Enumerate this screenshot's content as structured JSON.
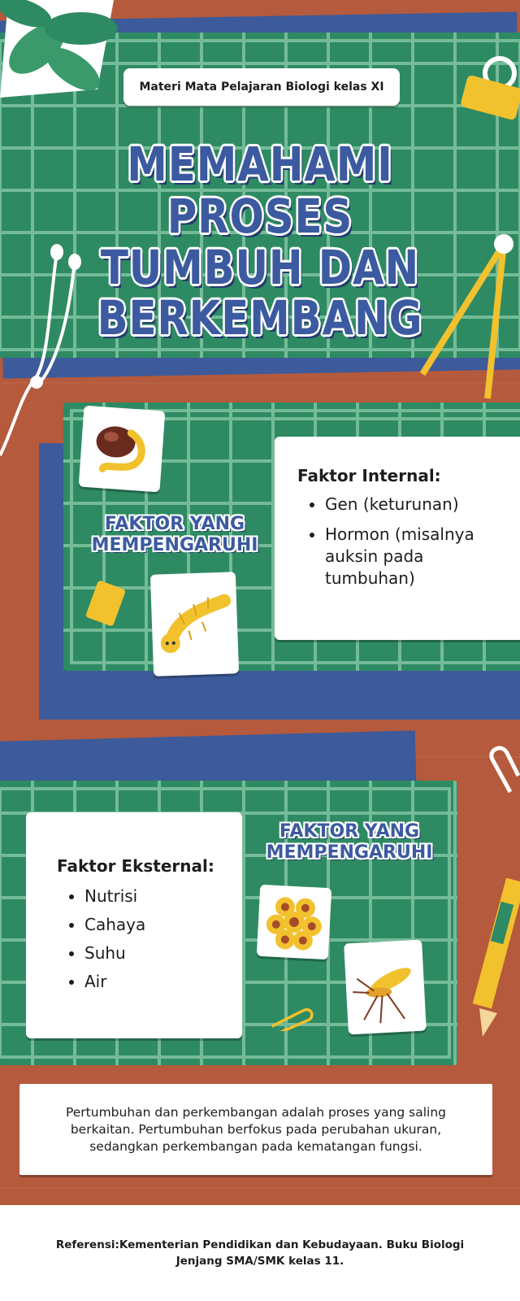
{
  "header": {
    "subject_label": "Materi Mata Pelajaran Biologi kelas XI",
    "title_line1": "MEMAHAMI PROSES",
    "title_line2": "TUMBUH DAN",
    "title_line3": "BERKEMBANG"
  },
  "internal": {
    "section_label_line1": "FAKTOR YANG",
    "section_label_line2": "MEMPENGARUHI",
    "heading": "Faktor Internal:",
    "items": [
      "Gen (keturunan)",
      "Hormon (misalnya auksin pada tumbuhan)"
    ]
  },
  "external": {
    "section_label_line1": "FAKTOR YANG",
    "section_label_line2": "MEMPENGARUHI",
    "heading": "Faktor Eksternal:",
    "items": [
      "Nutrisi",
      "Cahaya",
      "Suhu",
      "Air"
    ]
  },
  "summary": {
    "text": "Pertumbuhan dan perkembangan adalah proses yang saling berkaitan. Pertumbuhan berfokus pada perubahan ukuran, sedangkan perkembangan pada kematangan fungsi."
  },
  "footer": {
    "reference": "Referensi:Kementerian Pendidikan dan Kebudayaan. Buku Biologi Jenjang SMA/SMK kelas 11."
  },
  "colors": {
    "wood": "#b55a3c",
    "mat_green": "#2e8a62",
    "grid_line": "#74bb98",
    "navy": "#3d5a9a",
    "title_blue": "#3c5aa0",
    "accent_yellow": "#f2c12e"
  }
}
